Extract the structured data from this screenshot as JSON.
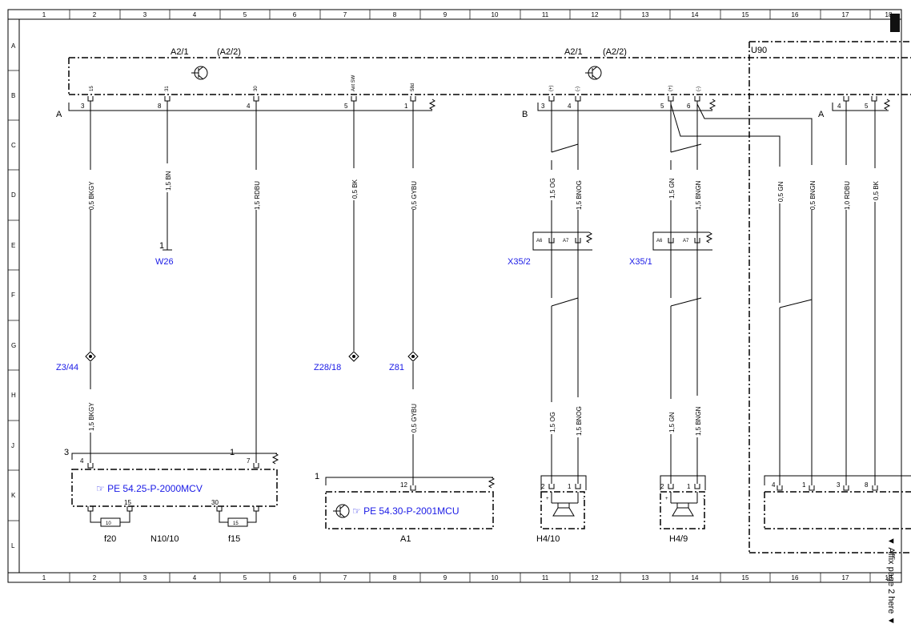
{
  "grid": {
    "columns": [
      "1",
      "2",
      "3",
      "4",
      "5",
      "6",
      "7",
      "8",
      "9",
      "10",
      "11",
      "12",
      "13",
      "14",
      "15",
      "16",
      "17",
      "18"
    ],
    "rows": [
      "A",
      "B",
      "C",
      "D",
      "E",
      "F",
      "G",
      "H",
      "J",
      "K",
      "L"
    ]
  },
  "modules": {
    "left_title": "A2/1",
    "left_alt": "(A2/2)",
    "right_title": "A2/1",
    "right_alt": "(A2/2)",
    "conn_a": "A",
    "conn_b": "B",
    "u90": "U90",
    "u90_conn": "A"
  },
  "pins_top": [
    {
      "label": "15",
      "num": "3"
    },
    {
      "label": "31",
      "num": "8"
    },
    {
      "label": "30",
      "num": "4"
    },
    {
      "label": "Ant SW",
      "num": "5"
    },
    {
      "label": "58d",
      "num": "1"
    },
    {
      "label": "(+)",
      "num": "3"
    },
    {
      "label": "(-)",
      "num": "4"
    },
    {
      "label": "(+)",
      "num": "5"
    },
    {
      "label": "(-)",
      "num": "6"
    },
    {
      "label": "",
      "num": "4"
    },
    {
      "label": "",
      "num": "5"
    }
  ],
  "wires": [
    {
      "upper": "0,5 BKGY",
      "lower": "1,5 BKGY"
    },
    {
      "upper": "1,5 BN",
      "lower": ""
    },
    {
      "upper": "1,5 RDBU",
      "lower": ""
    },
    {
      "upper": "0,5 BK",
      "lower": ""
    },
    {
      "upper": "0,5 GYBU",
      "lower": "0,5 GYBU"
    },
    {
      "upper": "1,5 OG",
      "lower": "1,5 OG"
    },
    {
      "upper": "1,5 BNOG",
      "lower": "1,5 BNOG"
    },
    {
      "upper": "1,5 GN",
      "lower": "1,5 GN"
    },
    {
      "upper": "1,5 BNGN",
      "lower": "1,5 BNGN"
    },
    {
      "upper": "0,5 GN",
      "lower": ""
    },
    {
      "upper": "0,5 BNGN",
      "lower": ""
    },
    {
      "upper": "1,0 RDBU",
      "lower": ""
    },
    {
      "upper": "0,5 BK",
      "lower": ""
    }
  ],
  "refs": {
    "w26": "W26",
    "w26_pin": "1",
    "z3_44": "Z3/44",
    "z28_18": "Z28/18",
    "z81": "Z81",
    "x35_2": "X35/2",
    "x35_1": "X35/1",
    "x_pin_a6": "A6",
    "x_pin_a7": "A7"
  },
  "components": {
    "n10_ref": "PE 54.25-P-2000MCV",
    "n10_name": "N10/10",
    "n10_pin3": "3",
    "n10_pin4": "4",
    "n10_pin1": "1",
    "n10_pin7": "7",
    "n10_pin15": "15",
    "n10_pin30": "30",
    "f20_val": "10",
    "f15_val": "15",
    "f20": "f20",
    "f15": "f15",
    "a1_ref": "PE 54.30-P-2001MCU",
    "a1_name": "A1",
    "a1_pin1": "1",
    "a1_pin12": "12",
    "h4_10": "H4/10",
    "h4_9": "H4/9",
    "spk_pin2": "2",
    "spk_pin1": "1",
    "u90_pins": [
      "4",
      "1",
      "3",
      "8"
    ]
  },
  "note": "▼ Affix page 2 here ▼",
  "colors": {
    "line": "#000000",
    "link": "#1a1ae6",
    "background": "#ffffff"
  }
}
